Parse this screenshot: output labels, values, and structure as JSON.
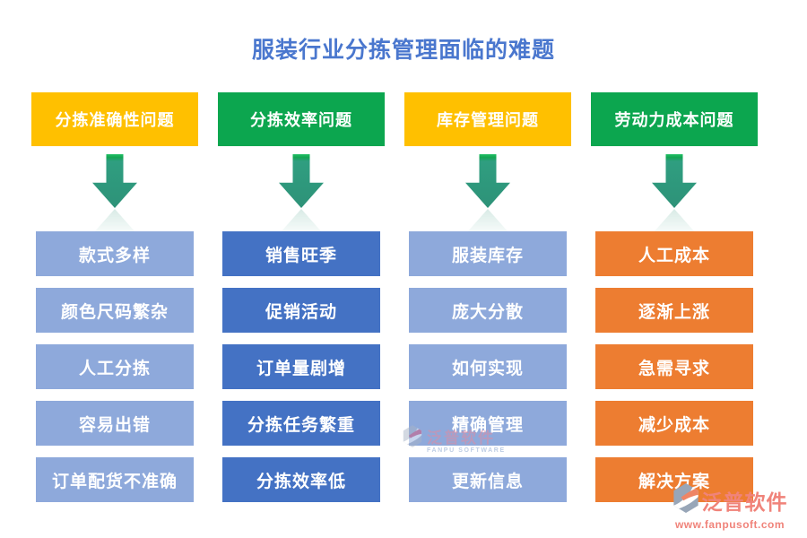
{
  "title": "服装行业分拣管理面临的难题",
  "colors": {
    "title": "#4A77CE",
    "header_yellow": "#FFC000",
    "header_green": "#0CA64F",
    "box_light_blue": "#8EA9DB",
    "box_medium_blue": "#4472C4",
    "box_orange": "#ED7D31",
    "arrow_teal": "#2F9C7D",
    "logo_pink": "#F0837A",
    "watermark_pink": "#E58B9E",
    "watermark_blue": "#7C9BC9"
  },
  "columns": [
    {
      "header": "分拣准确性问题",
      "header_color": "#FFC000",
      "box_color": "#8EA9DB",
      "items": [
        "款式多样",
        "颜色尺码繁杂",
        "人工分拣",
        "容易出错",
        "订单配货不准确"
      ]
    },
    {
      "header": "分拣效率问题",
      "header_color": "#0CA64F",
      "box_color": "#4472C4",
      "items": [
        "销售旺季",
        "促销活动",
        "订单量剧增",
        "分拣任务繁重",
        "分拣效率低"
      ]
    },
    {
      "header": "库存管理问题",
      "header_color": "#FFC000",
      "box_color": "#8EA9DB",
      "items": [
        "服装库存",
        "庞大分散",
        "如何实现",
        "精确管理",
        "更新信息"
      ]
    },
    {
      "header": "劳动力成本问题",
      "header_color": "#0CA64F",
      "box_color": "#ED7D31",
      "items": [
        "人工成本",
        "逐渐上涨",
        "急需寻求",
        "减少成本",
        "解决方案"
      ]
    }
  ],
  "watermark": {
    "text": "泛普软件",
    "subtext": "FANPU SOFTWARE"
  },
  "logo": {
    "name": "泛普软件",
    "url": "www.fanpusoft.com"
  }
}
